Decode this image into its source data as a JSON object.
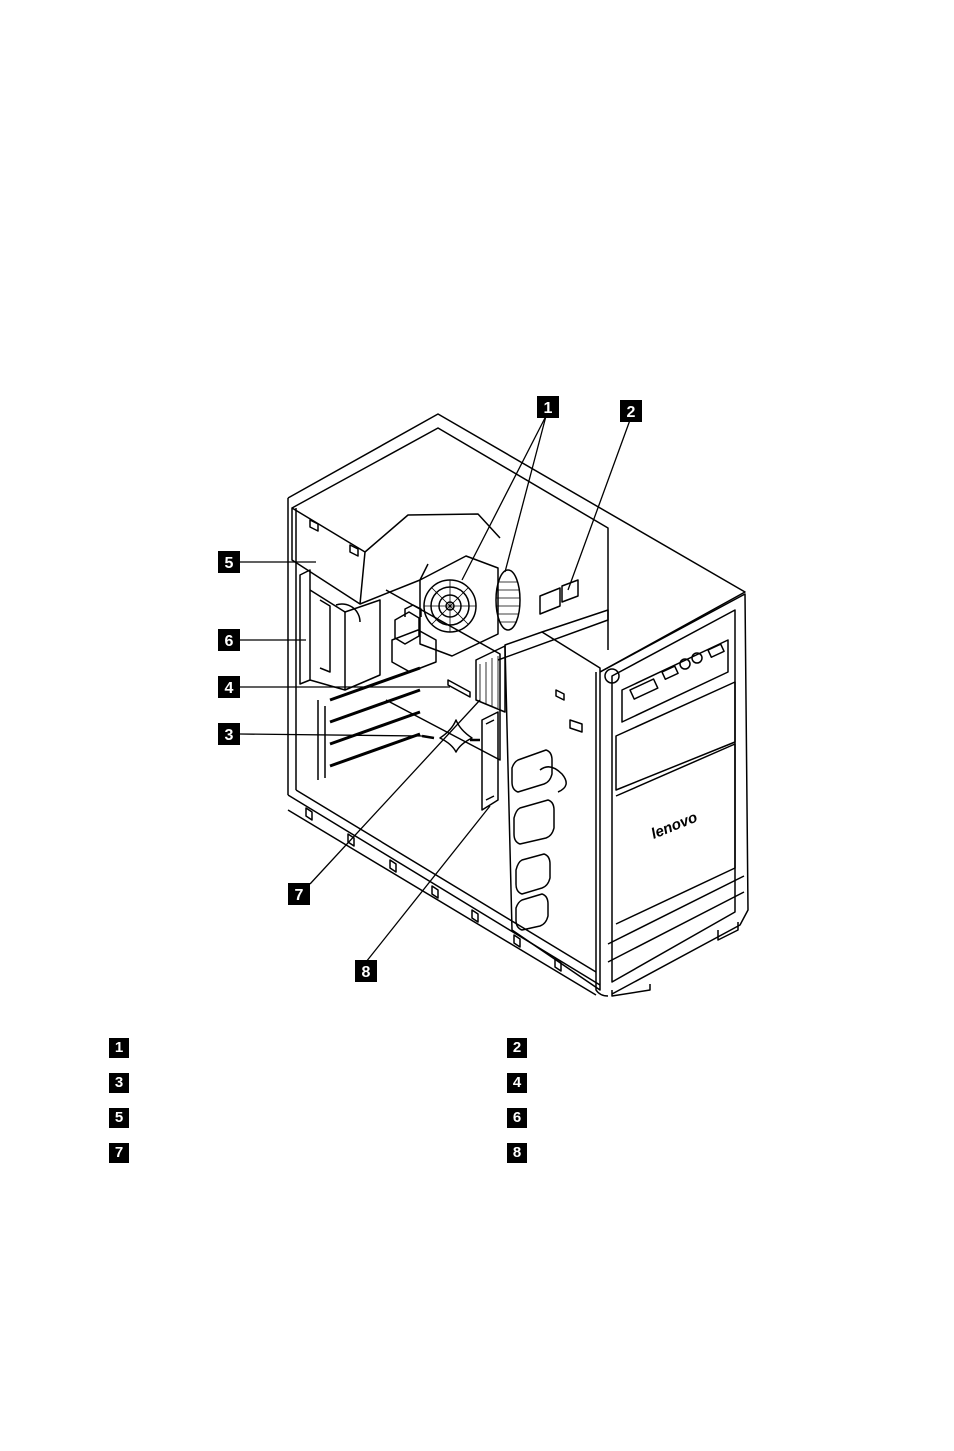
{
  "callouts": [
    {
      "id": "1",
      "label": "1"
    },
    {
      "id": "2",
      "label": "2"
    },
    {
      "id": "3",
      "label": "3"
    },
    {
      "id": "4",
      "label": "4"
    },
    {
      "id": "5",
      "label": "5"
    },
    {
      "id": "6",
      "label": "6"
    },
    {
      "id": "7",
      "label": "7"
    },
    {
      "id": "8",
      "label": "8"
    }
  ],
  "legend": [
    {
      "label": "1",
      "text": ""
    },
    {
      "label": "2",
      "text": ""
    },
    {
      "label": "3",
      "text": ""
    },
    {
      "label": "4",
      "text": ""
    },
    {
      "label": "5",
      "text": ""
    },
    {
      "label": "6",
      "text": ""
    },
    {
      "label": "7",
      "text": ""
    },
    {
      "label": "8",
      "text": ""
    }
  ],
  "brand_logo": "lenovo",
  "colors": {
    "line": "#000000",
    "background": "#ffffff"
  }
}
